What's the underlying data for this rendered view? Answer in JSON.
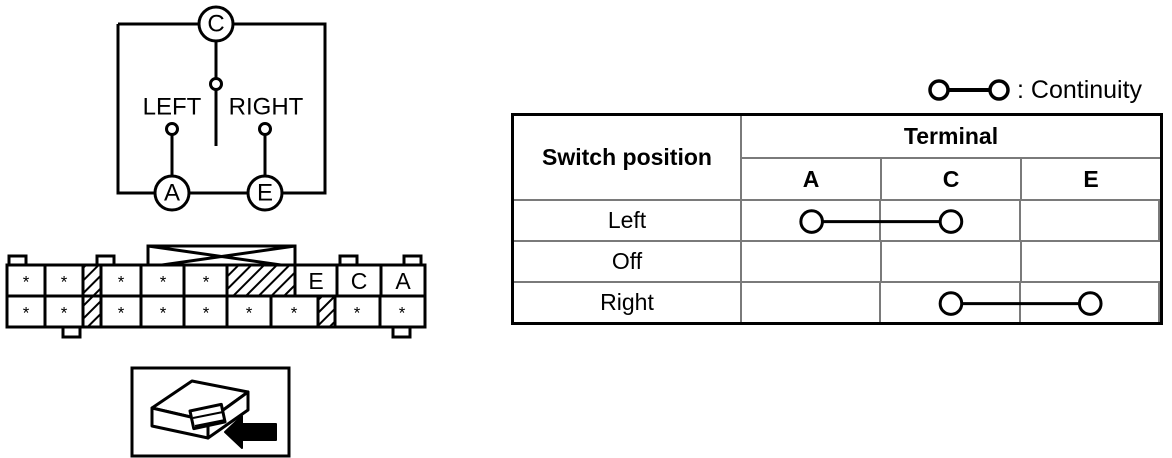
{
  "schematic": {
    "terminal_labels": {
      "common": "C",
      "left_terminal": "A",
      "right_terminal": "E"
    },
    "position_labels": {
      "left": "LEFT",
      "right": "RIGHT"
    }
  },
  "connector": {
    "blank_marker": "*",
    "top_row": [
      {
        "type": "pin",
        "label": "*"
      },
      {
        "type": "pin",
        "label": "*"
      },
      {
        "type": "hatch-narrow",
        "label": ""
      },
      {
        "type": "pin",
        "label": "*"
      },
      {
        "type": "pin",
        "label": "*"
      },
      {
        "type": "pin",
        "label": "*"
      },
      {
        "type": "hatch-wide",
        "label": ""
      },
      {
        "type": "pin",
        "label": "E"
      },
      {
        "type": "pin",
        "label": "C"
      },
      {
        "type": "pin",
        "label": "A"
      }
    ],
    "bottom_row": [
      {
        "type": "pin",
        "label": "*"
      },
      {
        "type": "pin",
        "label": "*"
      },
      {
        "type": "hatch-narrow",
        "label": ""
      },
      {
        "type": "pin",
        "label": "*"
      },
      {
        "type": "pin",
        "label": "*"
      },
      {
        "type": "pin",
        "label": "*"
      },
      {
        "type": "pin",
        "label": "*"
      },
      {
        "type": "pin",
        "label": "*"
      },
      {
        "type": "hatch-narrow",
        "label": ""
      },
      {
        "type": "pin",
        "label": "*"
      },
      {
        "type": "pin",
        "label": "*"
      }
    ]
  },
  "legend": {
    "label": ": Continuity",
    "symbol": "continuity-symbol"
  },
  "table": {
    "header": {
      "switch_position": "Switch position",
      "terminal": "Terminal",
      "terminals": [
        "A",
        "C",
        "E"
      ]
    },
    "rows": [
      {
        "position": "Left",
        "continuity": [
          "A",
          "C"
        ]
      },
      {
        "position": "Off",
        "continuity": []
      },
      {
        "position": "Right",
        "continuity": [
          "C",
          "E"
        ]
      }
    ]
  },
  "colors": {
    "line": "#000000",
    "grid": "#7a7a7a",
    "background": "#ffffff"
  }
}
